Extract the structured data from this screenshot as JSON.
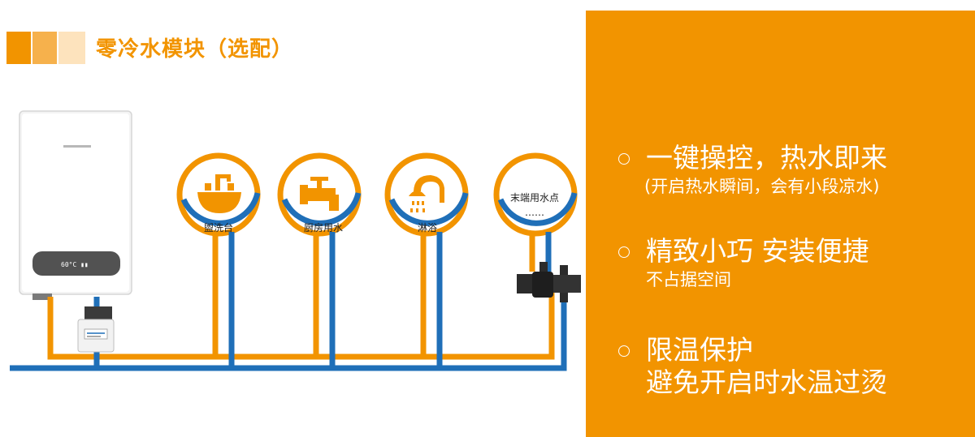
{
  "header": {
    "title": "零冷水模块（选配）"
  },
  "heater": {
    "display_text": "60°C ▮▮"
  },
  "fixtures": [
    {
      "icon": "washbasin-icon",
      "label": "盥洗台"
    },
    {
      "icon": "faucet-icon",
      "label": "厨房用水"
    },
    {
      "icon": "shower-icon",
      "label": "淋浴"
    },
    {
      "icon": "none",
      "label": "末端用水点",
      "dots": "……"
    }
  ],
  "features": [
    {
      "main": "一键操控，热水即来",
      "sub": "(开启热水瞬间，会有小段凉水)"
    },
    {
      "main": "精致小巧  安装便捷",
      "sub": "不占据空间"
    },
    {
      "main": "限温保护",
      "main2": "避免开启时水温过烫"
    }
  ],
  "colors": {
    "orange": "#f29400",
    "blue": "#1f6fb8",
    "light_orange": "#f6b14c",
    "pale_orange": "#fbdcae"
  }
}
